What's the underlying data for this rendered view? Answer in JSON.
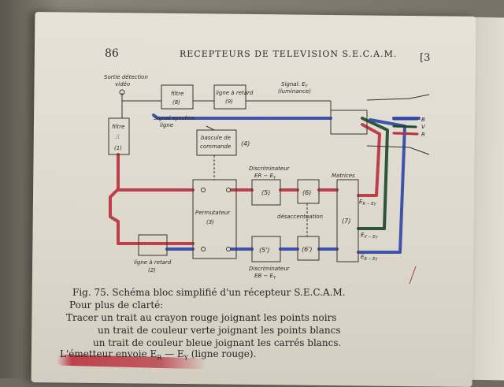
{
  "header": {
    "page_number": "86",
    "running_title": "RECEPTEURS DE TELEVISION S.E.C.A.M.",
    "side_mark": "[3"
  },
  "diagram": {
    "sortie": "Sortie détection",
    "video": "vidéo",
    "filtre_top": "filtre",
    "filtre_top_num": "(8)",
    "ligne_top": "ligne à retard",
    "ligne_top_num": "(9)",
    "signal_ey": "Signal: E",
    "signal_ey_sub": "Y",
    "luminance": "(luminance)",
    "signal_synchro": "Signal synchro.",
    "ligne_word": "ligne",
    "filtre_left": "filtre",
    "filtre_left_sym": "⎍",
    "filtre_left_num": "(1)",
    "bascule": "bascule de",
    "commande": "commande",
    "bascule_num": "(4)",
    "discriminateur_top": "Discriminateur",
    "er_ey_top": "E",
    "er_ey_top_rest": "R − E",
    "er_ey_top_sub": "Y",
    "box5": "(5)",
    "box6": "(6)",
    "matrices": "Matrices",
    "box7": "(7)",
    "permutateur": "Permutateur",
    "permutateur_num": "(3)",
    "desaccentuation": "désaccentuation",
    "box5p": "(5')",
    "box6p": "(6')",
    "discriminateur_bot": "Discriminateur",
    "eb_ey_bot": "E",
    "eb_ey_bot_rest": "B − E",
    "eb_ey_bot_sub": "Y",
    "ligne_bot": "ligne à retard",
    "ligne_bot_num": "(2)",
    "out_er": "E",
    "out_er_rest": "R − E",
    "out_er_sub": "Y",
    "out_ev": "E",
    "out_ev_rest": "V − E",
    "out_ev_sub": "Y",
    "out_eb": "E",
    "out_eb_rest": "B − E",
    "out_eb_sub": "Y",
    "crt_b": "B",
    "crt_v": "V",
    "crt_r": "R"
  },
  "caption": {
    "fig": "Fig. 75.  Schéma bloc simplifié d'un récepteur S.E.C.A.M.",
    "line1": "Pour plus de clarté:",
    "line2": "Tracer un trait au crayon rouge joignant les points noirs",
    "line3": "un trait de couleur verte joignant les points blancs",
    "line4": "un trait de couleur bleue joignant les carrés blancs.",
    "line5": "L'émetteur envoie E",
    "line5_sub": "R",
    "line5_mid": " — E",
    "line5_sub2": "Y",
    "line5_end": " (ligne rouge)."
  },
  "colors": {
    "paper": "#e3dfd5",
    "ink": "#2a2a2a",
    "red_line": "#b8303c",
    "green_line": "#1f4a2c",
    "blue_line": "#2f45a8"
  }
}
